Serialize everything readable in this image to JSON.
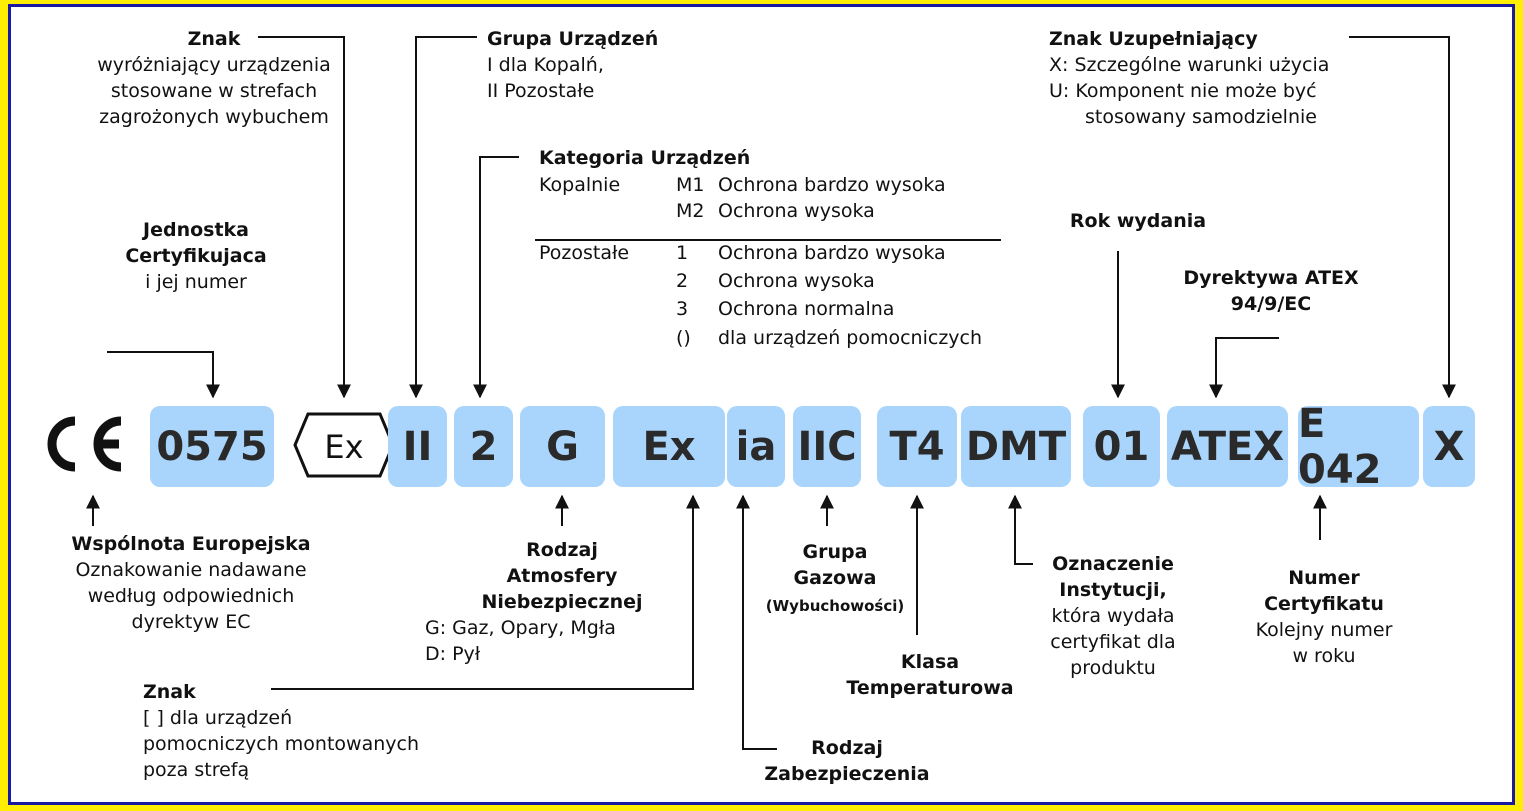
{
  "code": {
    "ce": "CE",
    "notified_body_number": "0575",
    "ex_mark": "Ex",
    "equipment_group": "II",
    "category": "2",
    "atmosphere": "G",
    "ex": "Ex",
    "protection": "ia",
    "gas_group": "IIC",
    "temp_class": "T4",
    "institution": "DMT",
    "year": "01",
    "atex": "ATEX",
    "certificate": "E 042",
    "supplementary": "X"
  },
  "labels": {
    "znak_ex": {
      "title": "Znak",
      "lines": [
        "wyróżniający urządzenia",
        "stosowane w strefach",
        "zagrożonych wybuchem"
      ]
    },
    "grupa": {
      "title": "Grupa Urządzeń",
      "lines": [
        "I dla Kopalń,",
        "II Pozostałe"
      ]
    },
    "kategoria": {
      "title": "Kategoria Urządzeń",
      "rows": [
        [
          "Kopalnie",
          "M1",
          "Ochrona bardzo wysoka"
        ],
        [
          "",
          "M2",
          "Ochrona wysoka"
        ],
        [
          "Pozostałe",
          "1",
          "Ochrona bardzo wysoka"
        ],
        [
          "",
          "2",
          "Ochrona wysoka"
        ],
        [
          "",
          "3",
          "Ochrona normalna"
        ],
        [
          "",
          "()",
          "dla urządzeń pomocniczych"
        ]
      ]
    },
    "uzupelniajacy": {
      "title": "Znak Uzupełniający",
      "lines": [
        "X: Szczególne warunki użycia",
        "U: Komponent nie może być",
        "stosowany samodzielnie"
      ]
    },
    "jednostka": {
      "title1": "Jednostka",
      "title2": "Certyfikujaca",
      "line": "i jej numer"
    },
    "rok": {
      "title": "Rok wydania"
    },
    "dyrektywa": {
      "title1": "Dyrektywa ATEX",
      "title2": "94/9/EC"
    },
    "wspolnota": {
      "title": "Wspólnota Europejska",
      "lines": [
        "Oznakowanie nadawane",
        "według odpowiednich",
        "dyrektyw EC"
      ]
    },
    "rodzaj_atm": {
      "title1": "Rodzaj",
      "title2": "Atmosfery",
      "title3": "Niebezpiecznej",
      "lines": [
        "G: Gaz, Opary, Mgła",
        "D: Pył"
      ]
    },
    "grupa_gazowa": {
      "title1": "Grupa",
      "title2": "Gazowa",
      "sub": "(Wybuchowości)"
    },
    "oznaczenie": {
      "title1": "Oznaczenie",
      "title2": "Instytucji,",
      "lines": [
        "która wydała",
        "certyfikat dla",
        "produktu"
      ]
    },
    "numer_cert": {
      "title1": "Numer",
      "title2": "Certyfikatu",
      "lines": [
        "Kolejny numer",
        "w roku"
      ]
    },
    "znak_nawias": {
      "title": "Znak",
      "lines": [
        "[ ] dla urządzeń",
        "pomocniczych montowanych",
        "poza strefą"
      ]
    },
    "klasa": {
      "title1": "Klasa",
      "title2": "Temperaturowa"
    },
    "rodzaj_zab": {
      "title1": "Rodzaj",
      "title2": "Zabezpieczenia"
    }
  },
  "colors": {
    "background": "#ffee00",
    "border": "#1a1aa0",
    "box": "#a9d4fb"
  }
}
